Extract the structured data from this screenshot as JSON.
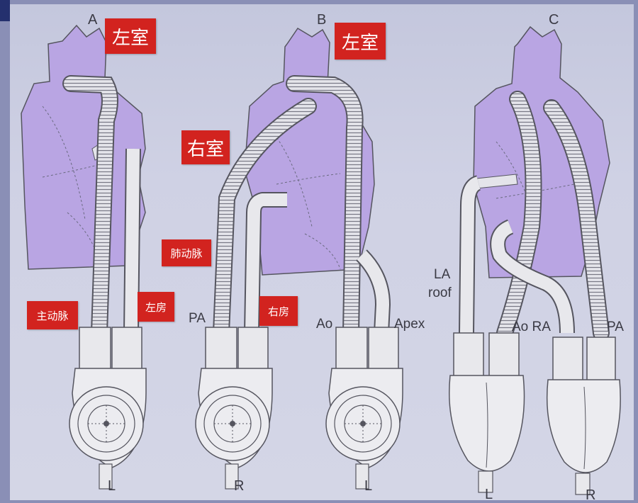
{
  "colors": {
    "slide_bg": "#cfd1e4",
    "heart_fill": "#b9a5e3",
    "tube_fill": "#e8e8ec",
    "outline": "#55555f",
    "tag_red": "#d2231f"
  },
  "panel_letters": {
    "a": "A",
    "b": "B",
    "c": "C"
  },
  "tags": {
    "left_ventricle_a": "左室",
    "left_ventricle_b": "左室",
    "right_ventricle_b": "右室",
    "pulmonary_artery_b": "肺动脉",
    "aorta_a": "主动脉",
    "left_atrium_a": "左房",
    "right_atrium_b": "右房"
  },
  "labels": {
    "pa_a": "PA",
    "ao_b": "Ao",
    "apex_b": "Apex",
    "la_roof_c_line1": "LA",
    "la_roof_c_line2": "roof",
    "ao_ra_c": "Ao RA",
    "pa_c": "PA"
  },
  "device_sides": {
    "a": "L",
    "b1": "R",
    "b2": "L",
    "c1": "L",
    "c2": "R"
  }
}
